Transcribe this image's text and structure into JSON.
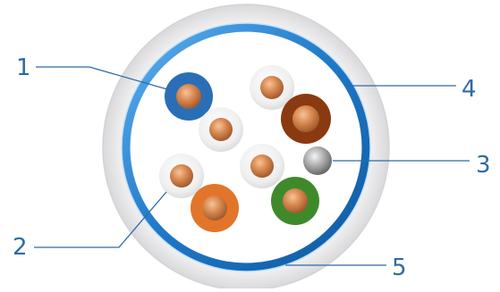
{
  "callouts": {
    "c1": "1",
    "c2": "2",
    "c3": "3",
    "c4": "4",
    "c5": "5"
  },
  "colors": {
    "outer_jacket": "#e9e9ea",
    "shield_blue": "#1e78c8",
    "leader": "#2f6aa6",
    "copper": "#d98a52",
    "blue_insulation": "#2a6fb6",
    "brown_insulation": "#8a3a10",
    "orange_insulation": "#e2752a",
    "green_insulation": "#3e8a2a",
    "white_insulation": "#f2f2f2",
    "drain_wire": "#9a9a9a"
  }
}
